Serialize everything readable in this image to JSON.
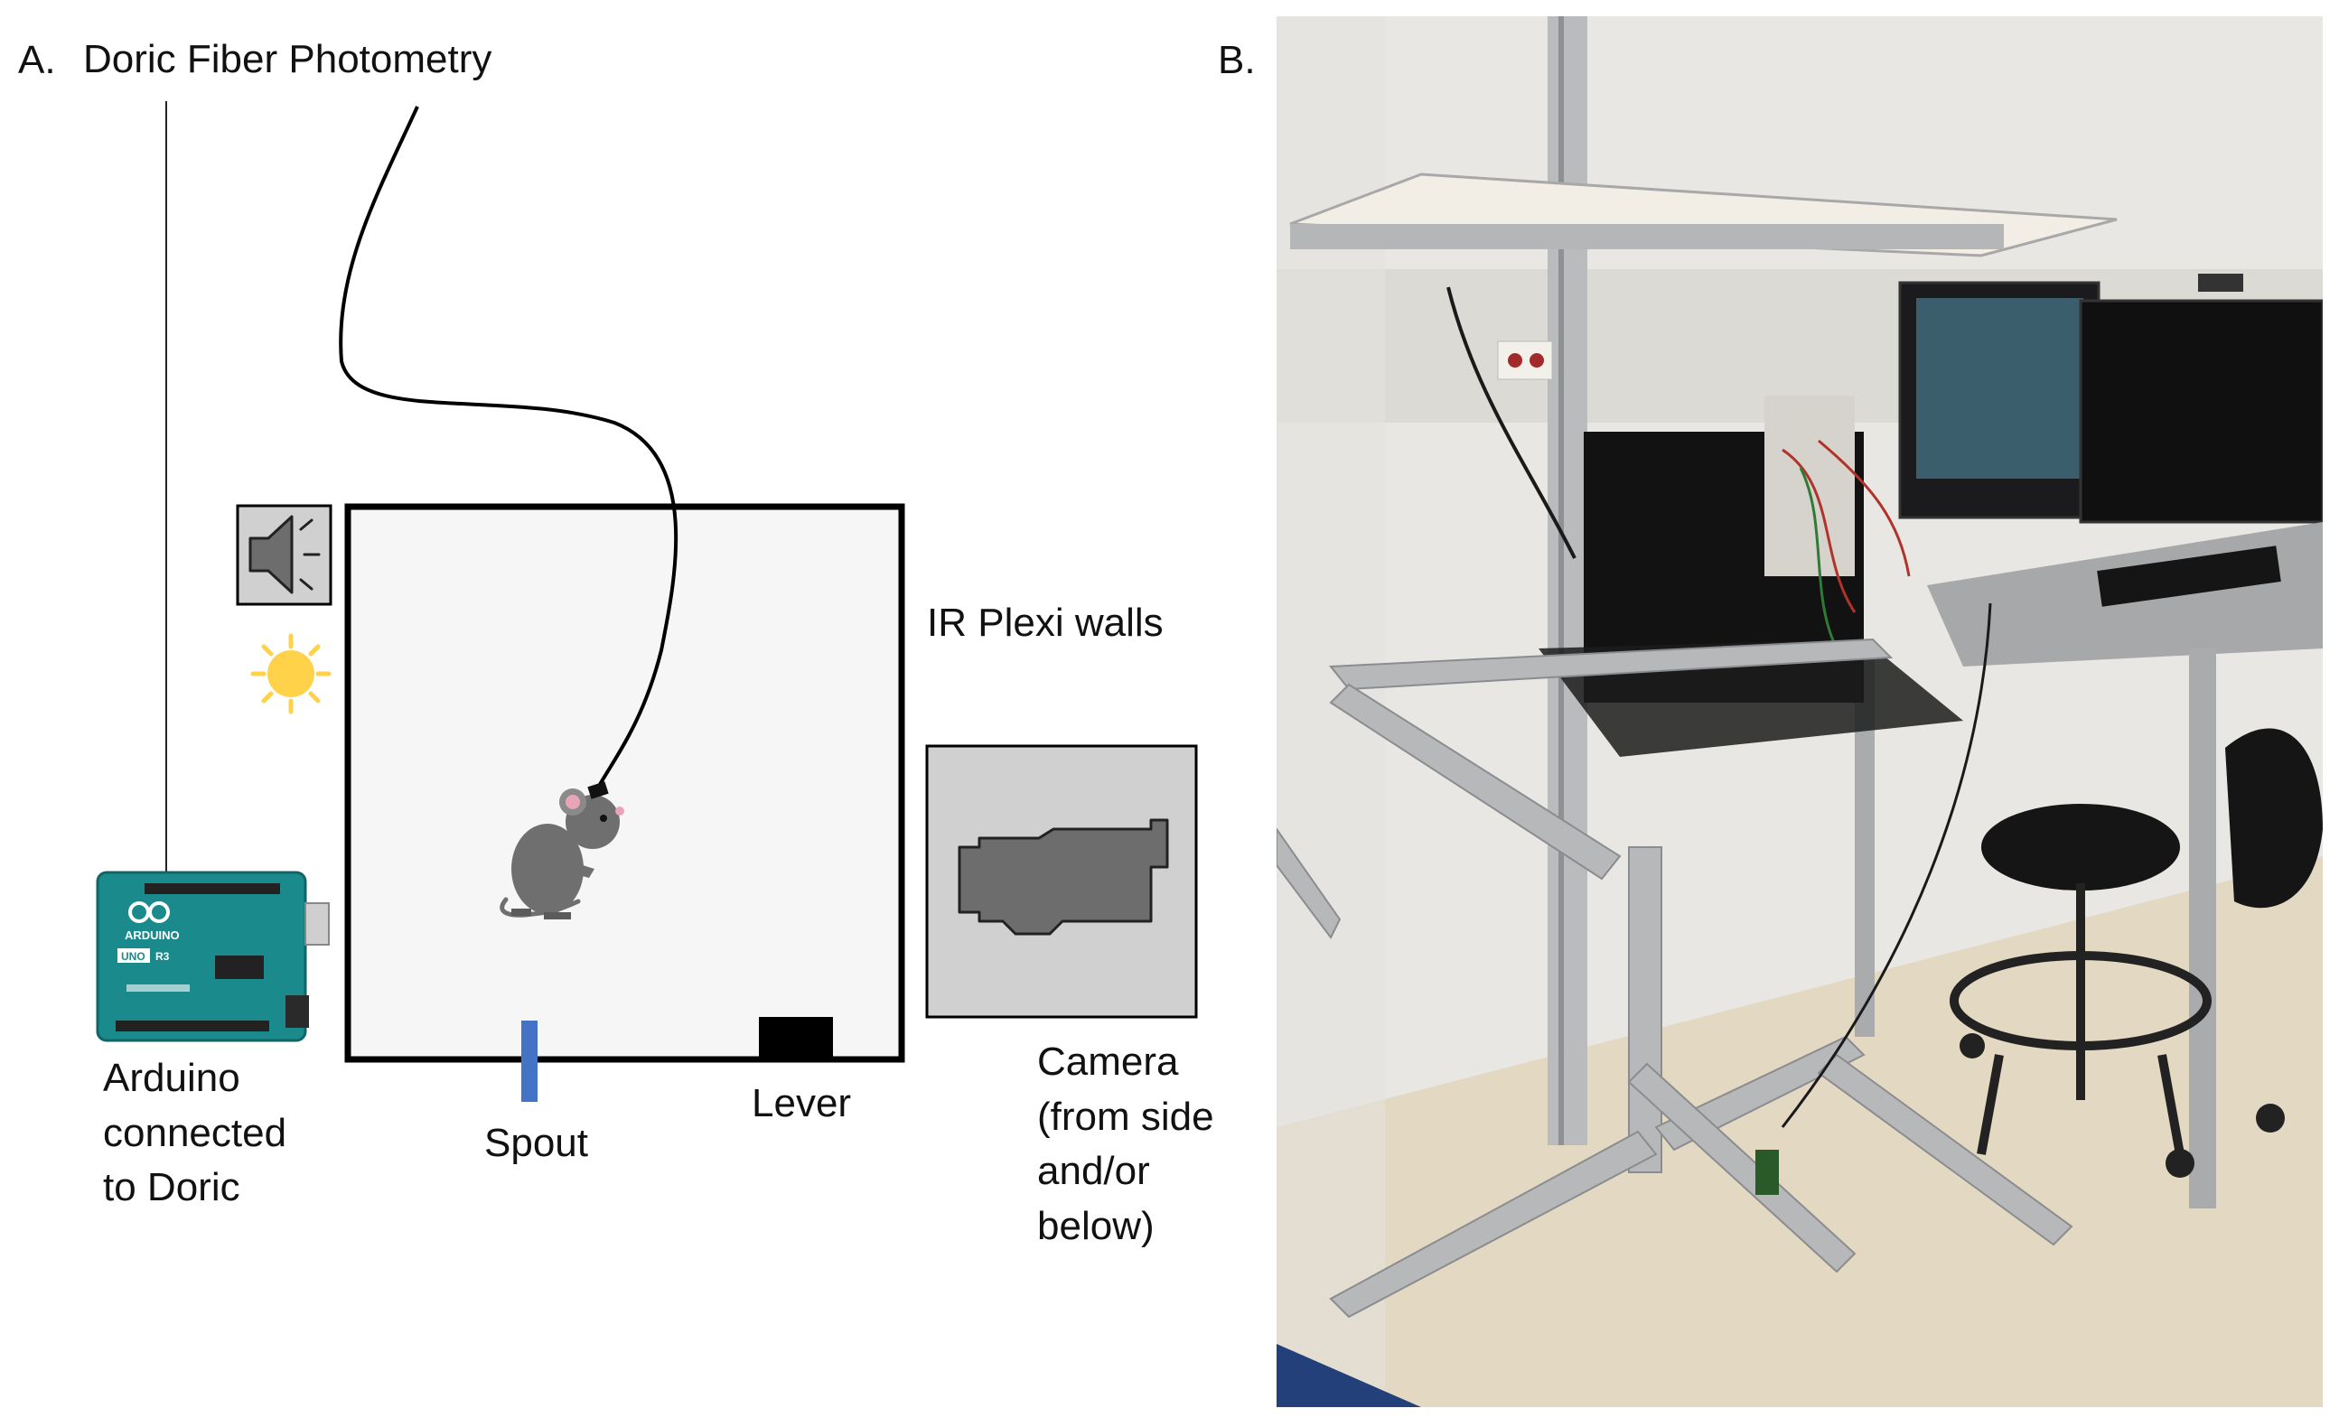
{
  "panel_a": {
    "letter": "A.",
    "photometry_label": "Doric Fiber Photometry",
    "walls_label": "IR Plexi walls",
    "arduino_label": [
      "Arduino",
      "connected",
      "to Doric"
    ],
    "spout_label": "Spout",
    "lever_label": "Lever",
    "camera_label": [
      "Camera",
      "(from side",
      "and/or",
      "below)"
    ],
    "arduino_board_text": [
      "ARDUINO",
      "UNO",
      "R3"
    ]
  },
  "panel_b": {
    "letter": "B."
  },
  "colors": {
    "spout": "#4472c4",
    "box_fill": "#f6f6f6",
    "icon_fill": "#d0d0d0",
    "icon_glyph": "#6d6d6d",
    "light": "#ffd24a",
    "mouse": "#6f6f6f",
    "arduino": "#1a8a8c"
  }
}
